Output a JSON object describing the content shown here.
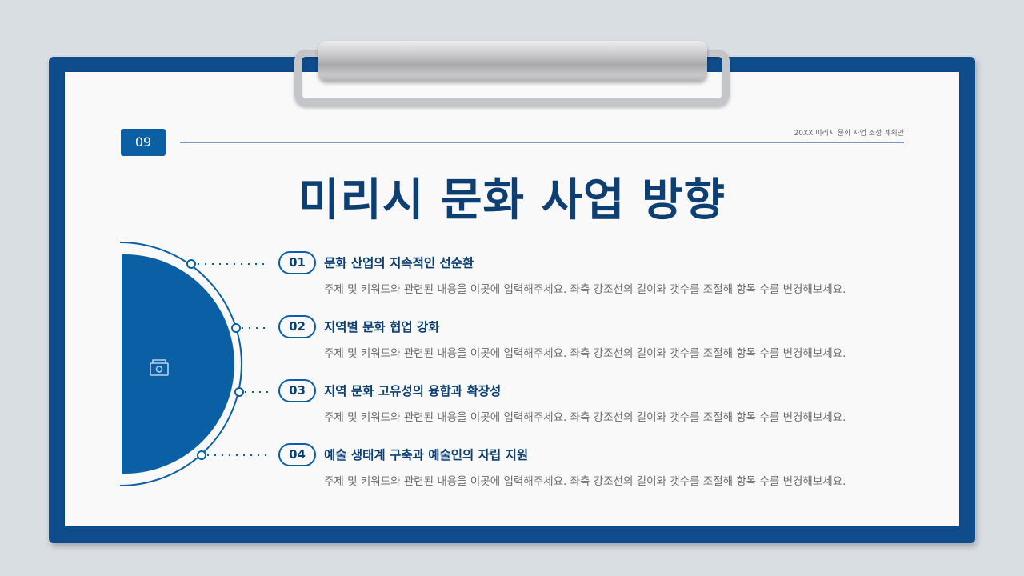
{
  "header": {
    "page_number": "09",
    "subtitle": "20XX 미리시 문화 사업 조성 계획안"
  },
  "title": "미리시 문화 사업 방향",
  "diagram": {
    "center_icon": "camera-icon",
    "fill_color": "#0b5fa5",
    "ring_color": "#0b5fa5"
  },
  "items": [
    {
      "number": "01",
      "title": "문화 산업의 지속적인 선순환",
      "description": "주제 및 키워드와 관련된 내용을 이곳에 입력해주세요. 좌측 강조선의 길이와 갯수를 조절해 항목 수를 변경해보세요."
    },
    {
      "number": "02",
      "title": "지역별 문화 협업 강화",
      "description": "주제 및 키워드와 관련된 내용을 이곳에 입력해주세요. 좌측 강조선의 길이와 갯수를 조절해 항목 수를 변경해보세요."
    },
    {
      "number": "03",
      "title": "지역 문화 고유성의 융합과 확장성",
      "description": "주제 및 키워드와 관련된 내용을 이곳에 입력해주세요. 좌측 강조선의 길이와 갯수를 조절해 항목 수를 변경해보세요."
    },
    {
      "number": "04",
      "title": "예술 생태계 구축과 예술인의 자립 지원",
      "description": "주제 및 키워드와 관련된 내용을 이곳에 입력해주세요. 좌측 강조선의 길이와 갯수를 조절해 항목 수를 변경해보세요."
    }
  ],
  "colors": {
    "board": "#0f4c8c",
    "accent": "#0b5fa5",
    "title": "#0d3f73",
    "body_text": "#6b6b6b",
    "background": "#d9dee3"
  }
}
